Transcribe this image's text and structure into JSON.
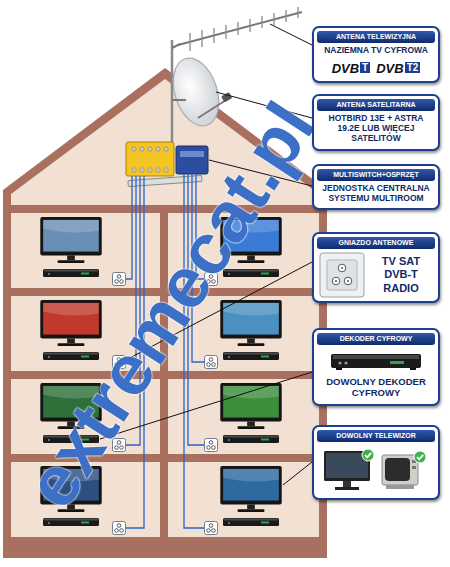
{
  "diagram": {
    "nodes": [
      {
        "text": [
          "ANTENA TELEWIZYJNA",
          "NAZIEMNA TV CYFROWA",
          "DVB",
          "T",
          "DVB",
          "T2"
        ]
      },
      {
        "text": [
          "ANTENA SATELITARNA",
          "HOTBIRD 13E + ASTRA 19.2E LUB WIĘCEJ SATELITÓW"
        ]
      },
      {
        "text": [
          "MULTISWITCH+OSPRZĘT",
          "JEDNOSTKA CENTRALNA SYSTEMU MULTIROOM"
        ]
      },
      {
        "text": [
          "GNIAZDO ANTENOWE",
          "TV SAT DVB-T RADIO"
        ]
      },
      {
        "text": [
          "DEKODER CYFROWY",
          "DOWOLNY DEKODER CYFROWY"
        ]
      },
      {
        "text": [
          "DOWOLNY TELEWIZOR"
        ]
      }
    ],
    "labels": [
      "extremecat.pl"
    ]
  }
}
